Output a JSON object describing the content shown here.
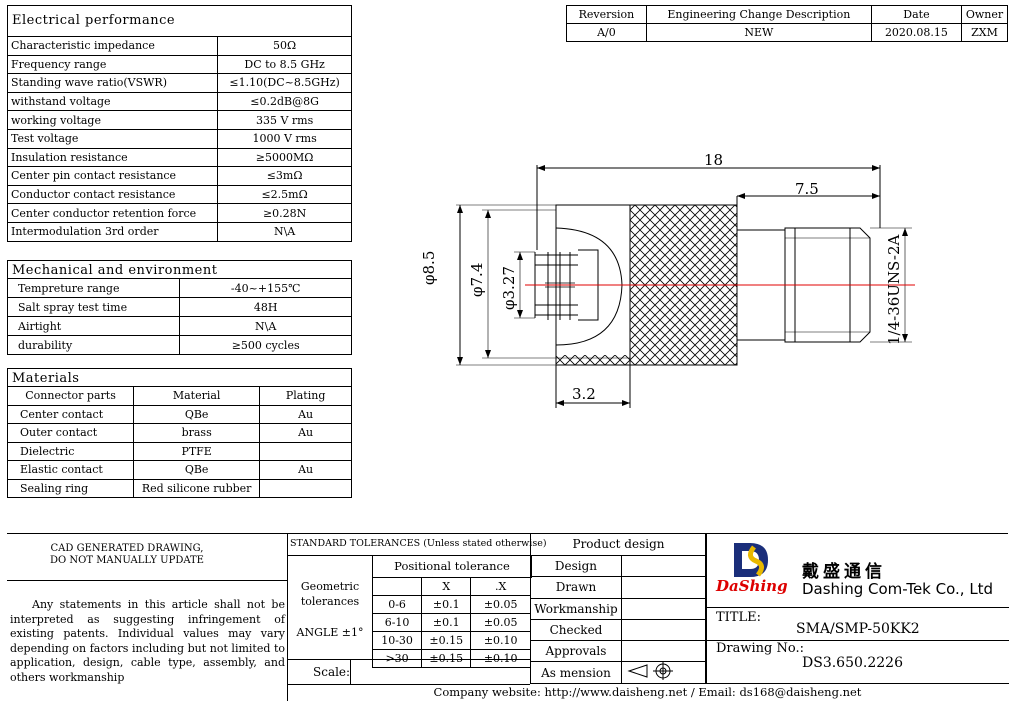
{
  "electrical": {
    "title": "Electrical performance",
    "rows": [
      [
        "Characteristic impedance",
        "50Ω"
      ],
      [
        "Frequency range",
        "DC to 8.5 GHz"
      ],
      [
        "Standing wave ratio(VSWR)",
        "≤1.10(DC~8.5GHz)"
      ],
      [
        "withstand voltage",
        "≤0.2dB@8G"
      ],
      [
        "working voltage",
        "335 V rms"
      ],
      [
        "Test voltage",
        "1000 V rms"
      ],
      [
        "Insulation resistance",
        "≥5000MΩ"
      ],
      [
        "Center pin contact resistance",
        "≤3mΩ"
      ],
      [
        "Conductor contact resistance",
        "≤2.5mΩ"
      ],
      [
        "Center conductor retention force",
        "≥0.28N"
      ],
      [
        "Intermodulation 3rd order",
        "N\\A"
      ]
    ]
  },
  "mechanical": {
    "title": "Mechanical and environment",
    "rows": [
      [
        "Tempreture range",
        "-40~+155℃"
      ],
      [
        "Salt spray test time",
        "48H"
      ],
      [
        "Airtight",
        "N\\A"
      ],
      [
        "durability",
        "≥500 cycles"
      ]
    ]
  },
  "materials": {
    "title": "Materials",
    "headers": [
      "Connector parts",
      "Material",
      "Plating"
    ],
    "rows": [
      [
        "Center contact",
        "QBe",
        "Au"
      ],
      [
        "Outer contact",
        "brass",
        "Au"
      ],
      [
        "Dielectric",
        "PTFE",
        ""
      ],
      [
        "Elastic contact",
        "QBe",
        "Au"
      ],
      [
        "Sealing ring",
        "Red silicone rubber",
        ""
      ]
    ]
  },
  "revision": {
    "headers": [
      "Reversion",
      "Engineering Change Description",
      "Date",
      "Owner"
    ],
    "row": [
      "A/0",
      "NEW",
      "2020.08.15",
      "ZXM"
    ]
  },
  "drawing": {
    "dim_18": "18",
    "dim_7_5": "7.5",
    "dim_3_2": "3.2",
    "dim_d85": "φ8.5",
    "dim_d74": "φ7.4",
    "dim_d327": "φ3.27",
    "dim_thread": "1/4-36UNS-2A",
    "accent_color": "#e00000"
  },
  "titleblock": {
    "cad_line1": "CAD GENERATED DRAWING,",
    "cad_line2": "DO NOT MANUALLY UPDATE",
    "disclaimer": "Any statements in this article shall not be interpreted as suggesting infringement of existing patents. Individual values may vary depending on factors including but not limited to application, design, cable type, assembly, and others workmanship",
    "std_tol": "STANDARD TOLERANCES (Unless stated otherwise)",
    "positional": "Positional tolerance",
    "geometric": "Geometric",
    "tolerances": "tolerances",
    "angle": "ANGLE ±1°",
    "col_x": "X",
    "col_dx": ".X",
    "tol_rows": [
      [
        "0-6",
        "±0.1",
        "±0.05"
      ],
      [
        "6-10",
        "±0.1",
        "±0.05"
      ],
      [
        "10-30",
        "±0.15",
        "±0.10"
      ],
      [
        ">30",
        "±0.15",
        "±0.10"
      ]
    ],
    "scale": "Scale:",
    "product_design": "Product design",
    "roles": [
      "Design",
      "Drawn",
      "Workmanship",
      "Checked",
      "Approvals",
      "As mension"
    ],
    "company_cn": "戴盛通信",
    "company_en": "Dashing Com-Tek Co., Ltd",
    "logo_script": "DaShing",
    "title_label": "TITLE:",
    "title_value": "SMA/SMP-50KK2",
    "drawing_no_label": "Drawing No.:",
    "drawing_no_value": "DS3.650.2226",
    "footer": "Company website: http://www.daisheng.net / Email:  ds168@daisheng.net"
  }
}
